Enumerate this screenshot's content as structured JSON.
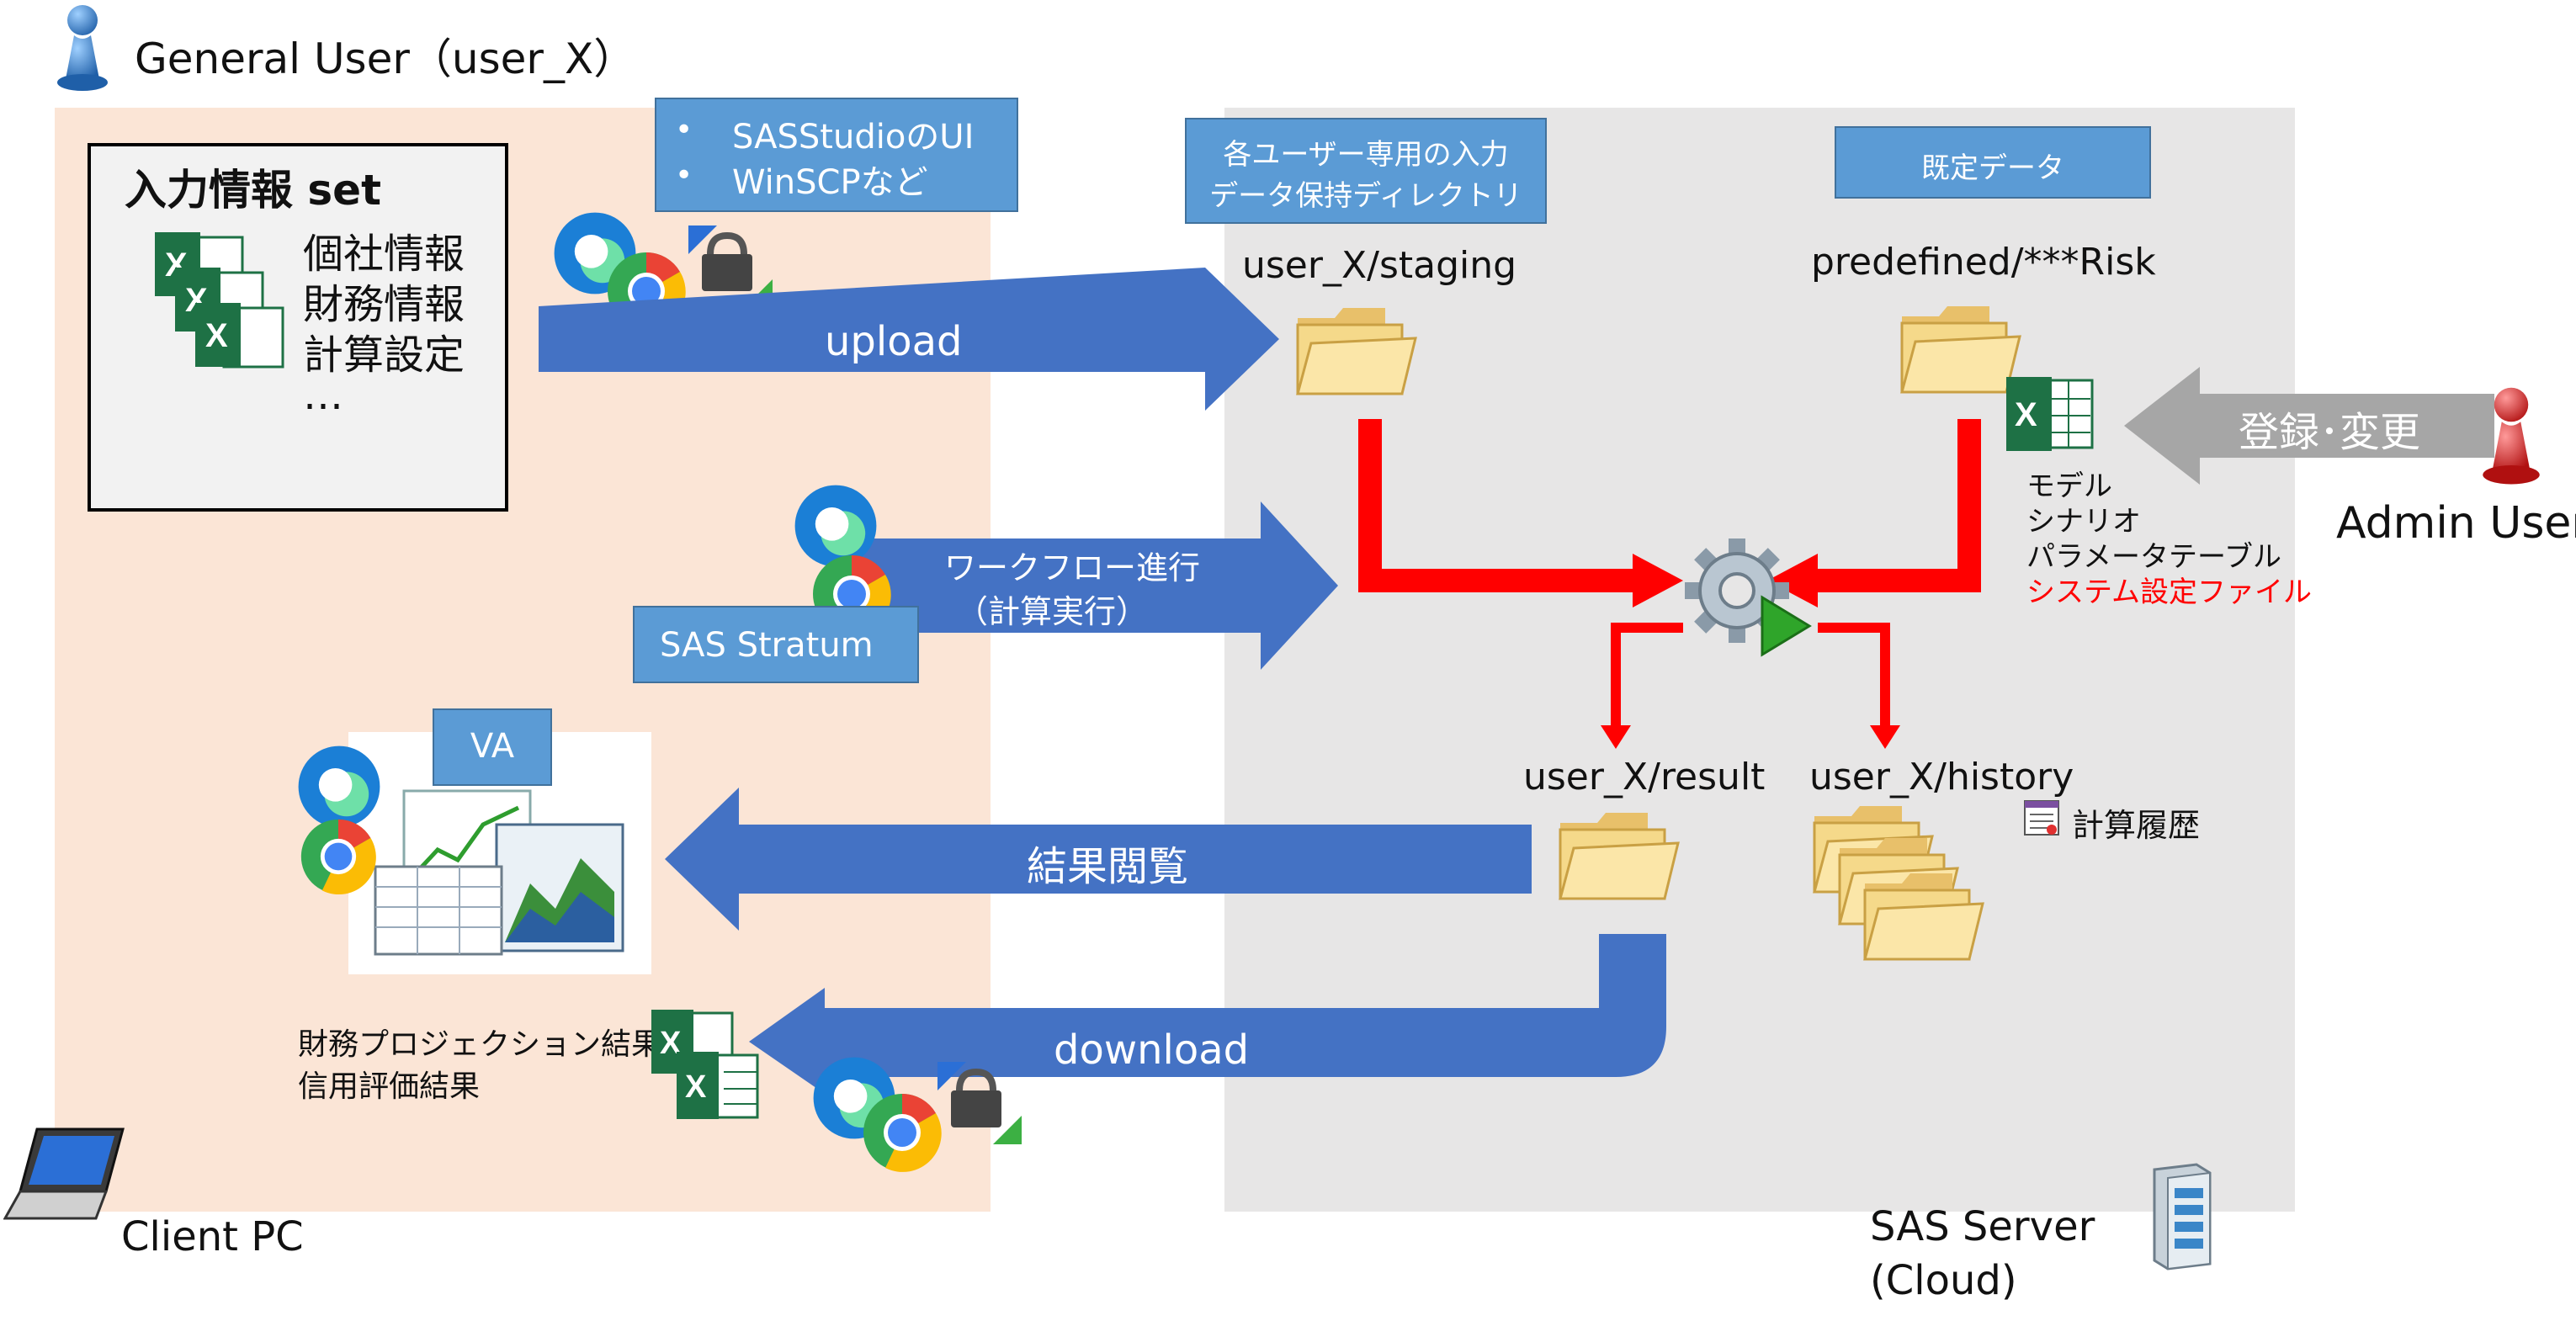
{
  "header": {
    "general_user_label": "General User（user_X）"
  },
  "client": {
    "input_box": {
      "title": "入力情報 set",
      "items": [
        "個社情報",
        "財務情報",
        "計算設定",
        "…"
      ]
    },
    "tools_callout": [
      "SASStudioのUI",
      "WinSCPなど"
    ],
    "stratum_label": "SAS Stratum",
    "va_label": "VA",
    "output_files": [
      "財務プロジェクション結果",
      "信用評価結果"
    ],
    "client_pc_label": "Client PC"
  },
  "arrows": {
    "upload": "upload",
    "workflow_line1": "ワークフロー進行",
    "workflow_line2": "（計算実行）",
    "view_results": "結果閲覧",
    "download": "download",
    "register_change": "登録･変更"
  },
  "server": {
    "staging_callout": [
      "各ユーザー専用の入力",
      "データ保持ディレクトリ"
    ],
    "predefined_callout": "既定データ",
    "staging_folder": "user_X/staging",
    "predefined_folder": "predefined/***Risk",
    "predefined_items": [
      "モデル",
      "シナリオ",
      "パラメータテーブル"
    ],
    "predefined_item_highlight": "システム設定ファイル",
    "result_folder": "user_X/result",
    "history_folder": "user_X/history",
    "history_note": "計算履歴",
    "server_label_line1": "SAS Server",
    "server_label_line2": "(Cloud)"
  },
  "admin": {
    "label": "Admin User"
  },
  "colors": {
    "client_bg": "#fbe5d6",
    "server_bg": "#e7e6e6",
    "arrow_blue": "#4472c4",
    "callout_blue": "#5b9bd5",
    "flow_red": "#ff0000",
    "admin_arrow_gray": "#a6a6a6"
  },
  "icons": [
    "user-pawn-icon",
    "excel-icon",
    "edge-icon",
    "chrome-icon",
    "lock-transfer-icon",
    "folder-icon",
    "gear-run-icon",
    "laptop-icon",
    "server-tower-icon",
    "chart-report-icon",
    "history-log-icon"
  ]
}
